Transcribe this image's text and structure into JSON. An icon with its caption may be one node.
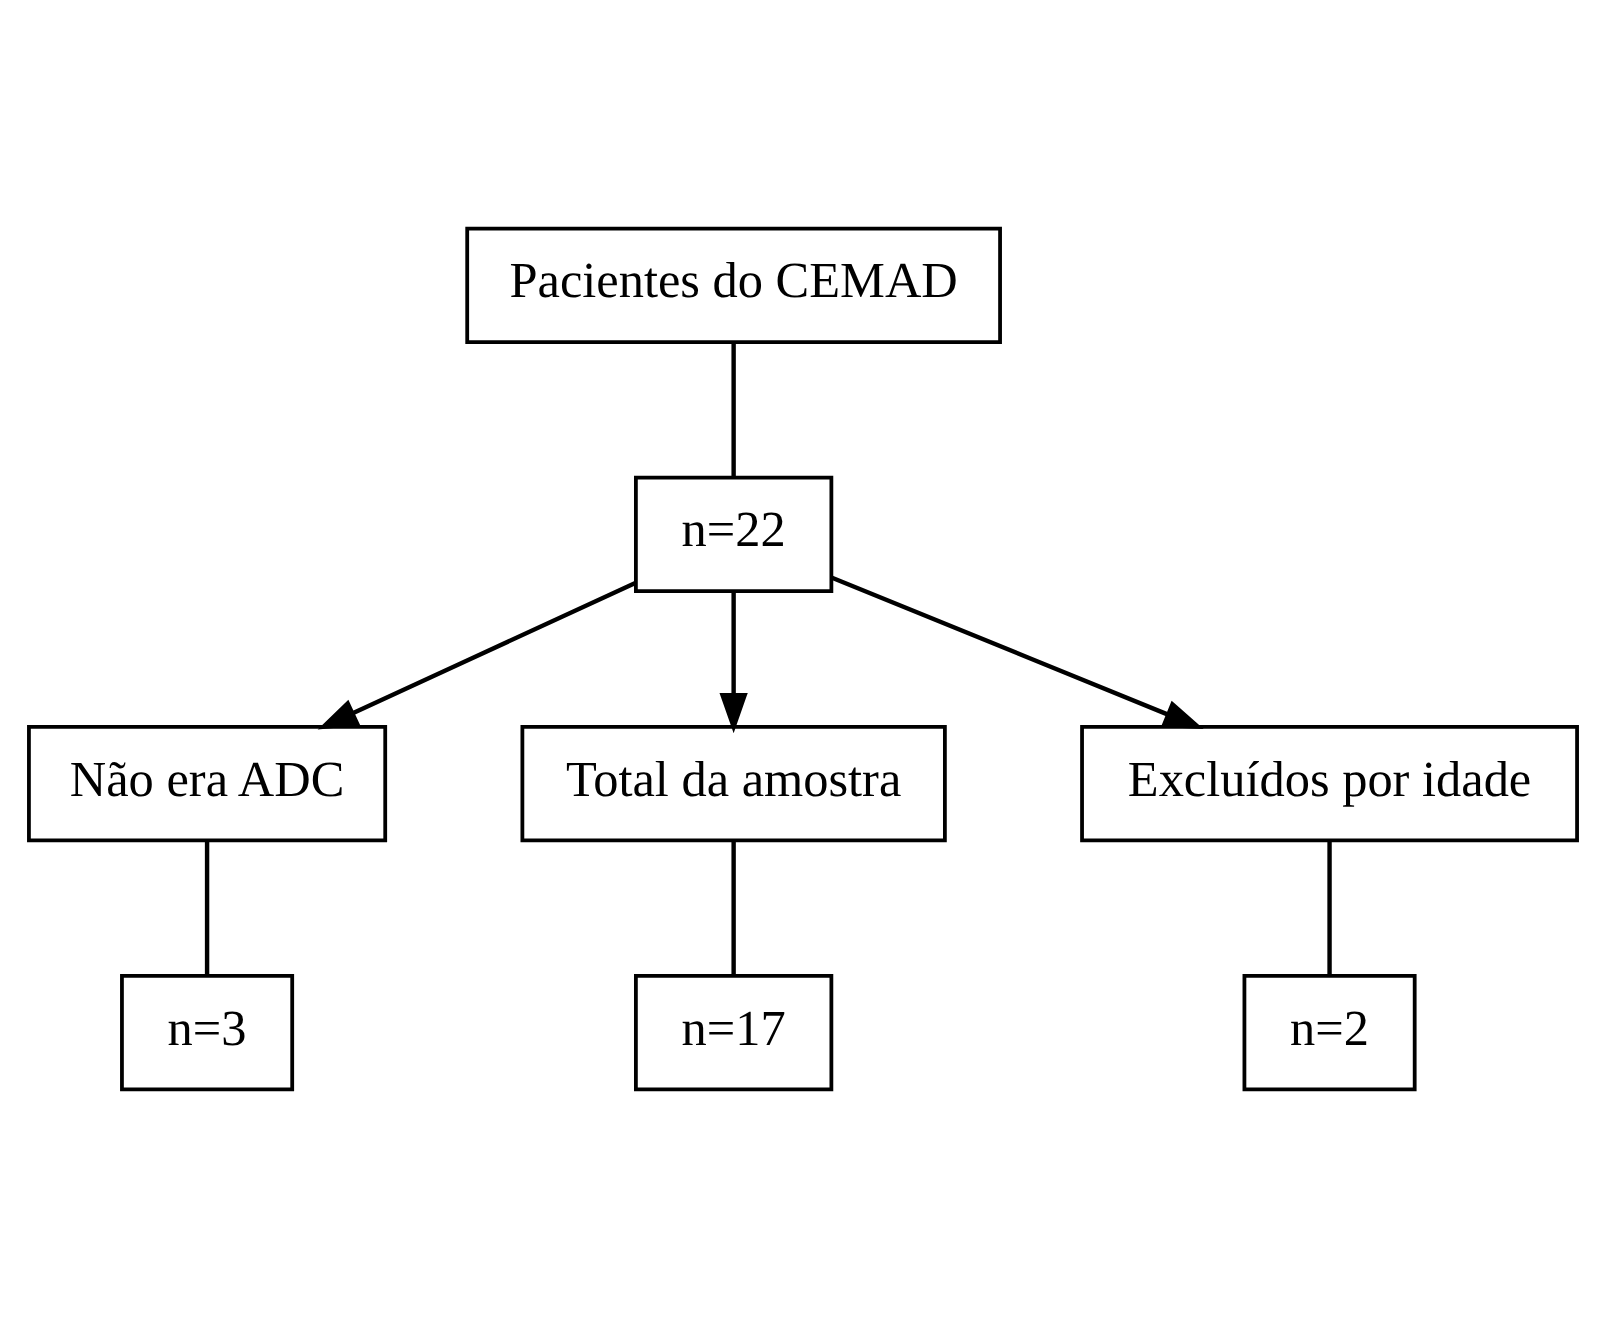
{
  "diagram": {
    "nodes": [
      {
        "text": [
          "Pacientes do CEMAD"
        ]
      },
      {
        "text": [
          "n=22"
        ]
      },
      {
        "text": [
          "Não era ADC"
        ]
      },
      {
        "text": [
          "n=3"
        ]
      },
      {
        "text": [
          "Total da amostra"
        ]
      },
      {
        "text": [
          "n=17"
        ]
      },
      {
        "text": [
          "Excluídos por idade"
        ]
      },
      {
        "text": [
          "n=2"
        ]
      }
    ],
    "edges": [
      {
        "from": 0,
        "to": 1,
        "arrow": "none"
      },
      {
        "from": 1,
        "to": 2,
        "arrow": "to"
      },
      {
        "from": 1,
        "to": 4,
        "arrow": "to"
      },
      {
        "from": 1,
        "to": 6,
        "arrow": "to"
      },
      {
        "from": 2,
        "to": 3,
        "arrow": "none"
      },
      {
        "from": 4,
        "to": 5,
        "arrow": "none"
      },
      {
        "from": 6,
        "to": 7,
        "arrow": "none"
      }
    ]
  }
}
